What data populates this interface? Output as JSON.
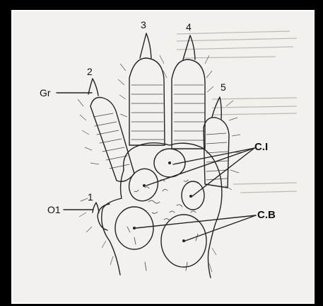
{
  "labels": {
    "digit_1": "1",
    "digit_2": "2",
    "digit_3": "3",
    "digit_4": "4",
    "digit_5": "5",
    "gr": "Gr",
    "o1": "O1",
    "ci": "C.I",
    "cb": "C.B"
  }
}
